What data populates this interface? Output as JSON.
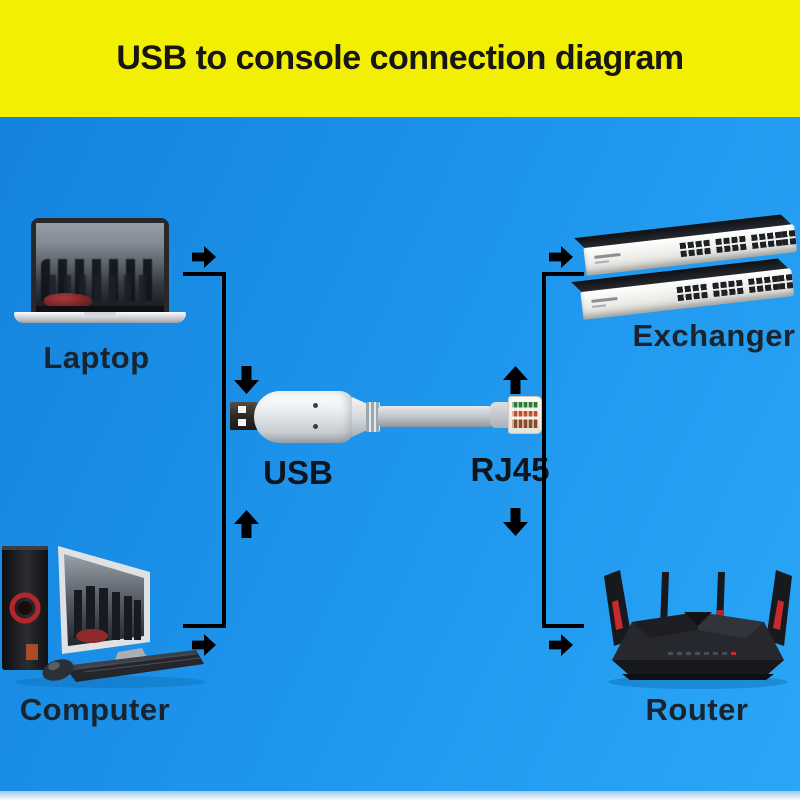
{
  "header": {
    "title": "USB to console connection diagram"
  },
  "theme": {
    "banner_bg": "#f2ef02",
    "canvas_blue": "#1f97ee",
    "connector_black": "#000000",
    "label_color": "#19242f"
  },
  "nodes": {
    "laptop": {
      "label": "Laptop"
    },
    "exchanger": {
      "label": "Exchanger"
    },
    "computer": {
      "label": "Computer"
    },
    "router": {
      "label": "Router"
    }
  },
  "adapter": {
    "usb_label": "USB",
    "rj45_label": "RJ45"
  }
}
